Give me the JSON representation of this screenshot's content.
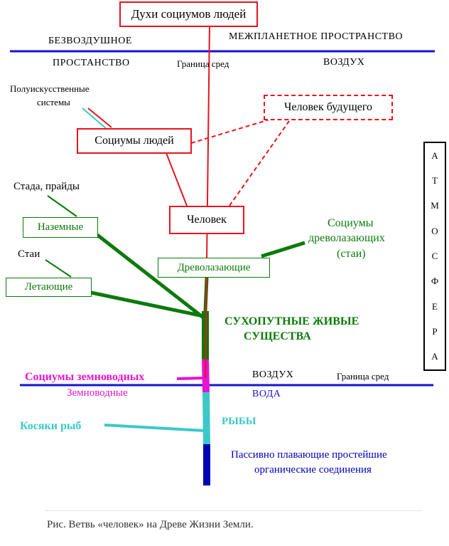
{
  "colors": {
    "red": "#e8141e",
    "green": "#0a7a0a",
    "blue": "#1414d2",
    "magenta": "#e614d2",
    "cyan": "#3cc8c8",
    "dark_blue": "#0000b4"
  },
  "boxes": {
    "spirits": "Духи социумов людей",
    "human_socium": "Социумы людей",
    "future_human": "Человек будущего",
    "human": "Человек",
    "ground": "Наземные",
    "flying": "Летающие",
    "tree_climbing": "Древолазающие"
  },
  "labels": {
    "airless_1": "БЕЗВОЗДУШНОЕ",
    "airless_2": "ПРОСТАНСТВО",
    "interplanetary": "МЕЖПЛАНЕТНОЕ ПРОСТРАНСТВО",
    "boundary_top": "Граница сред",
    "air_top": "ВОЗДУХ",
    "semi_artificial_1": "Полуискусственные",
    "semi_artificial_2": "системы",
    "herds": "Стада,  прайды",
    "flocks": "Стаи",
    "tree_socium_1": "Социумы",
    "tree_socium_2": "древолазающих",
    "tree_socium_3": "(стаи)",
    "land_beings_1": "СУХОПУТНЫЕ ЖИВЫЕ",
    "land_beings_2": "СУЩЕСТВА",
    "amphibian_socium": "Социумы  земноводных",
    "amphibians": "Земноводные",
    "air_bottom": "ВОЗДУХ",
    "boundary_bottom": "Граница сред",
    "water": "ВОДА",
    "fish_schools": "Косяки рыб",
    "fish": "РЫБЫ",
    "passive_1": "Пассивно плавающие  простейшие",
    "passive_2": "органические соединения"
  },
  "atmosphere_letters": [
    "А",
    "Т",
    "М",
    "О",
    "С",
    "Ф",
    "Е",
    "Р",
    "А"
  ],
  "caption": "Рис. Ветвь «человек» на Древе Жизни Земли."
}
